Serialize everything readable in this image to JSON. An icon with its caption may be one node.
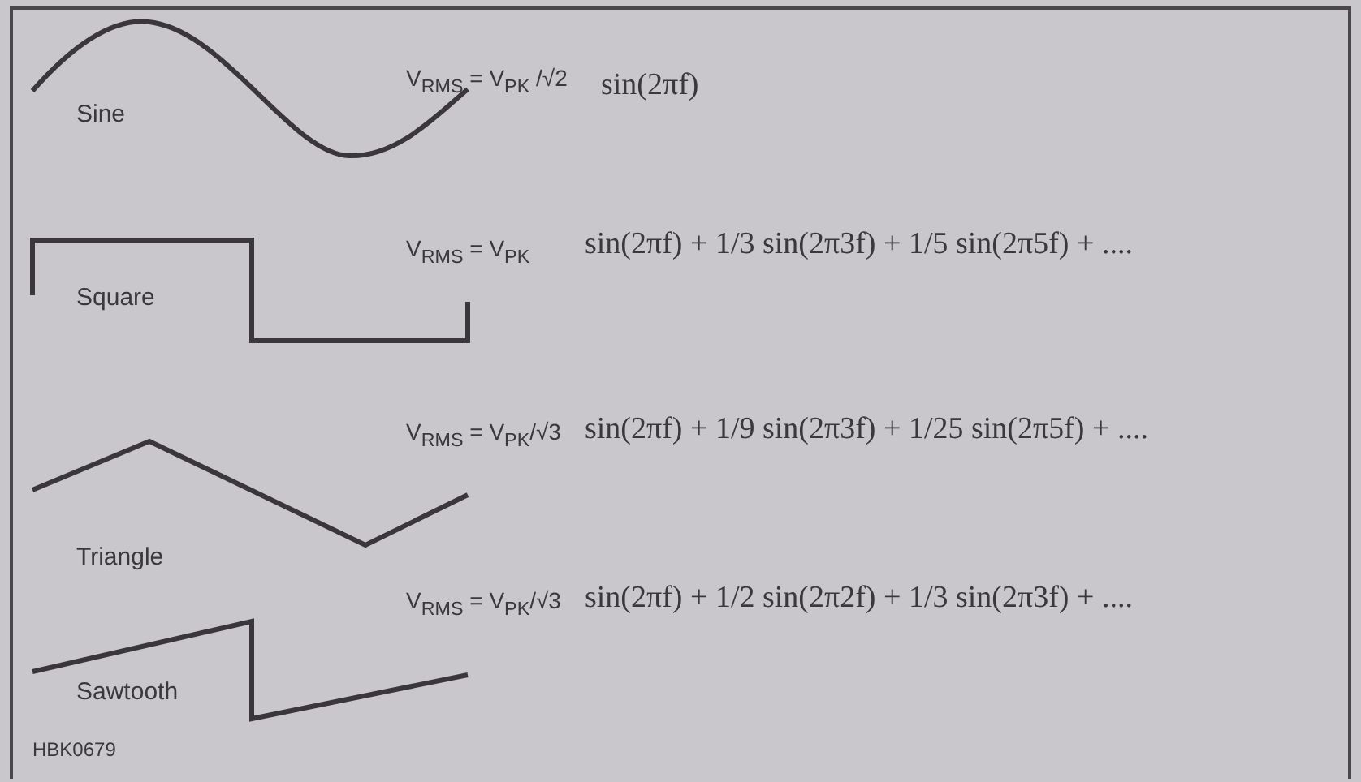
{
  "diagram": {
    "labels": [
      "Sine",
      "V$_{RMS}$ = V$_{PK}$ /√2",
      "sin(2πf)",
      "Square",
      "V$_{RMS}$ = V$_{PK}$",
      "sin(2πf) + 1/3 sin(2π3f) + 1/5 sin(2π5f) + ....",
      "Triangle",
      "V$_{RMS}$ = V$_{PK}$/√3",
      "sin(2πf) + 1/9 sin(2π3f) + 1/25 sin(2π5f) + ....",
      "Sawtooth",
      "V$_{RMS}$ = V$_{PK}$/√3",
      "sin(2πf) + 1/2 sin(2π2f) + 1/3 sin(2π3f) + ....",
      "HBK0679"
    ]
  }
}
